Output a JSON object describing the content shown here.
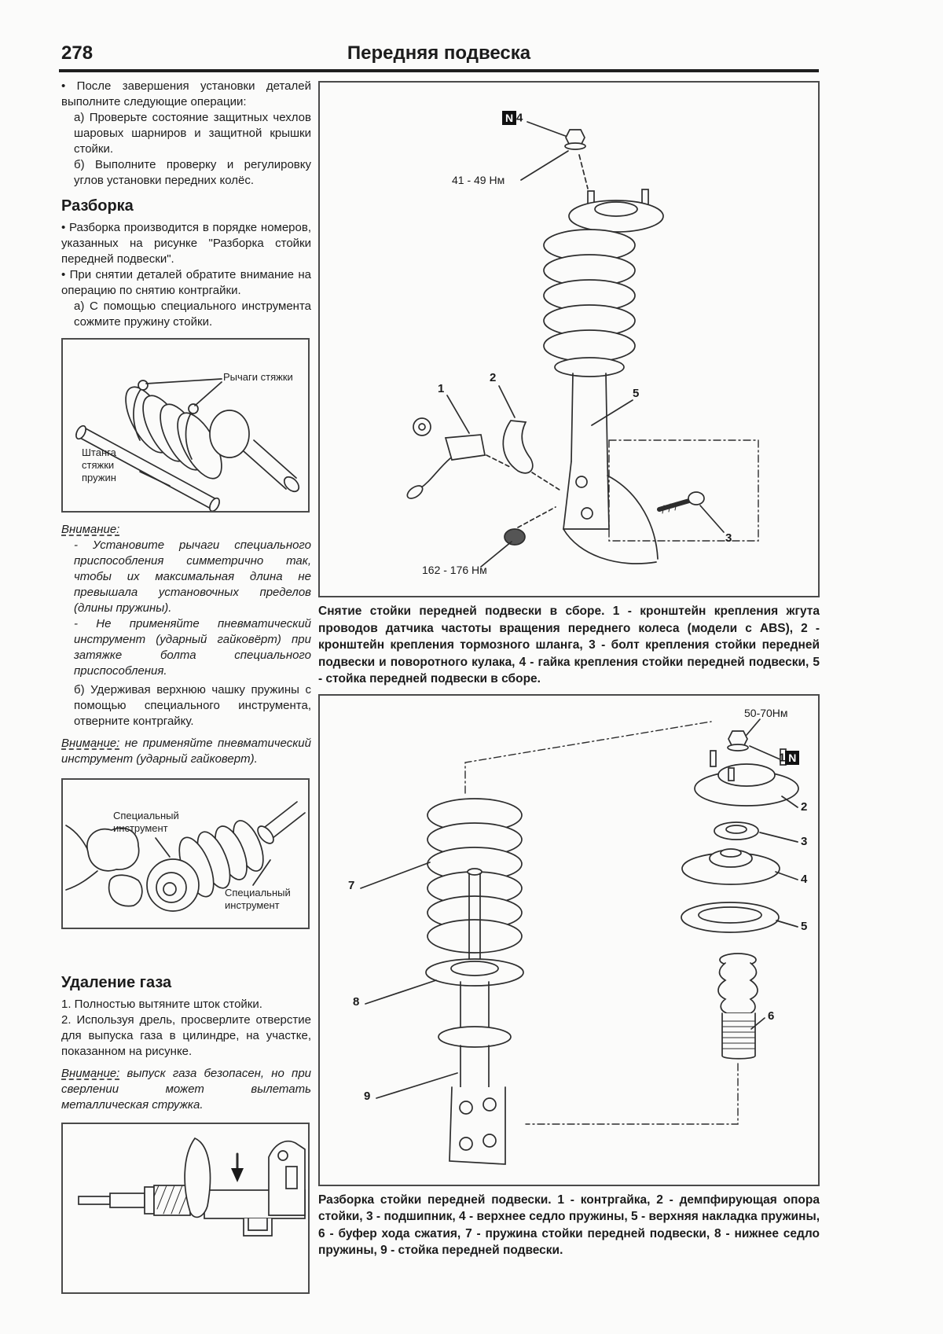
{
  "page": {
    "number": "278",
    "title": "Передняя подвеска",
    "bullet": "•"
  },
  "left": {
    "bullet1": "После завершения установки деталей выполните следующие операции:",
    "item_a1": "а) Проверьте состояние защитных чехлов шаровых шарниров и защитной крышки стойки.",
    "item_b1": "б) Выполните проверку и регулировку углов установки передних колёс.",
    "heading_razborka": "Разборка",
    "bullet2": "Разборка производится в порядке номеров, указанных на рисунке \"Разборка стойки передней подвески\".",
    "bullet3": "При снятии деталей обратите внимание на операцию по снятию контргайки.",
    "item_a2": "а) С помощью специального инструмента сожмите пружину стойки.",
    "fig_compressor": {
      "label_levers": "Рычаги стяжки",
      "label_rod": "Штанга стяжки пружин"
    },
    "warning1_title": "Внимание:",
    "warning1_item1": "- Установите рычаги специального приспособления симметрично так, чтобы их максимальная длина не превышала установочных пределов (длины пружины).",
    "warning1_item2": "- Не применяйте пневматический инструмент (ударный гайковёрт) при затяжке болта специального приспособления.",
    "item_b2": "б) Удерживая верхнюю чашку пружины с помощью специального инструмента, отверните контргайку.",
    "warning2_title": "Внимание:",
    "warning2_text": "не применяйте пневматический инструмент (ударный гайковерт).",
    "fig_tool": {
      "label_tool_upper": "Специальный инструмент",
      "label_tool_lower": "Специальный инструмент"
    },
    "heading_gas": "Удаление газа",
    "gas_step1": "1. Полностью вытяните шток стойки.",
    "gas_step2": "2. Используя дрель, просверлите отверстие для выпуска газа в цилиндре, на участке, показанном на рисунке.",
    "warning3_title": "Внимание:",
    "warning3_text": "выпуск газа безопасен, но при сверлении может вылетать металлическая стружка."
  },
  "fig_removal": {
    "badge": "N",
    "num4": "4",
    "torque_top": "41 - 49 Нм",
    "torque_bottom": "162 - 176 Нм",
    "n1": "1",
    "n2": "2",
    "n3": "3",
    "n5": "5",
    "caption": "Снятие стойки передней подвески в сборе. 1 - кронштейн крепления жгута проводов датчика частоты вращения переднего колеса (модели с ABS), 2 - кронштейн крепления тормозного шланга, 3 - болт крепления стойки передней подвески и поворотного кулака, 4 - гайка крепления стойки передней подвески, 5 - стойка передней подвески в сборе."
  },
  "fig_disasm": {
    "torque": "50-70Нм",
    "badge": "N",
    "n1": "1",
    "n2": "2",
    "n3": "3",
    "n4": "4",
    "n5": "5",
    "n6": "6",
    "n7": "7",
    "n8": "8",
    "n9": "9",
    "caption": "Разборка стойки передней подвески. 1 - контргайка, 2 - демпфирующая опора стойки, 3 - подшипник, 4 - верхнее седло пружины, 5 - верхняя накладка пружины, 6 - буфер хода сжатия, 7 - пружина стойки передней подвески, 8 - нижнее седло пружины, 9 - стойка передней подвески."
  }
}
